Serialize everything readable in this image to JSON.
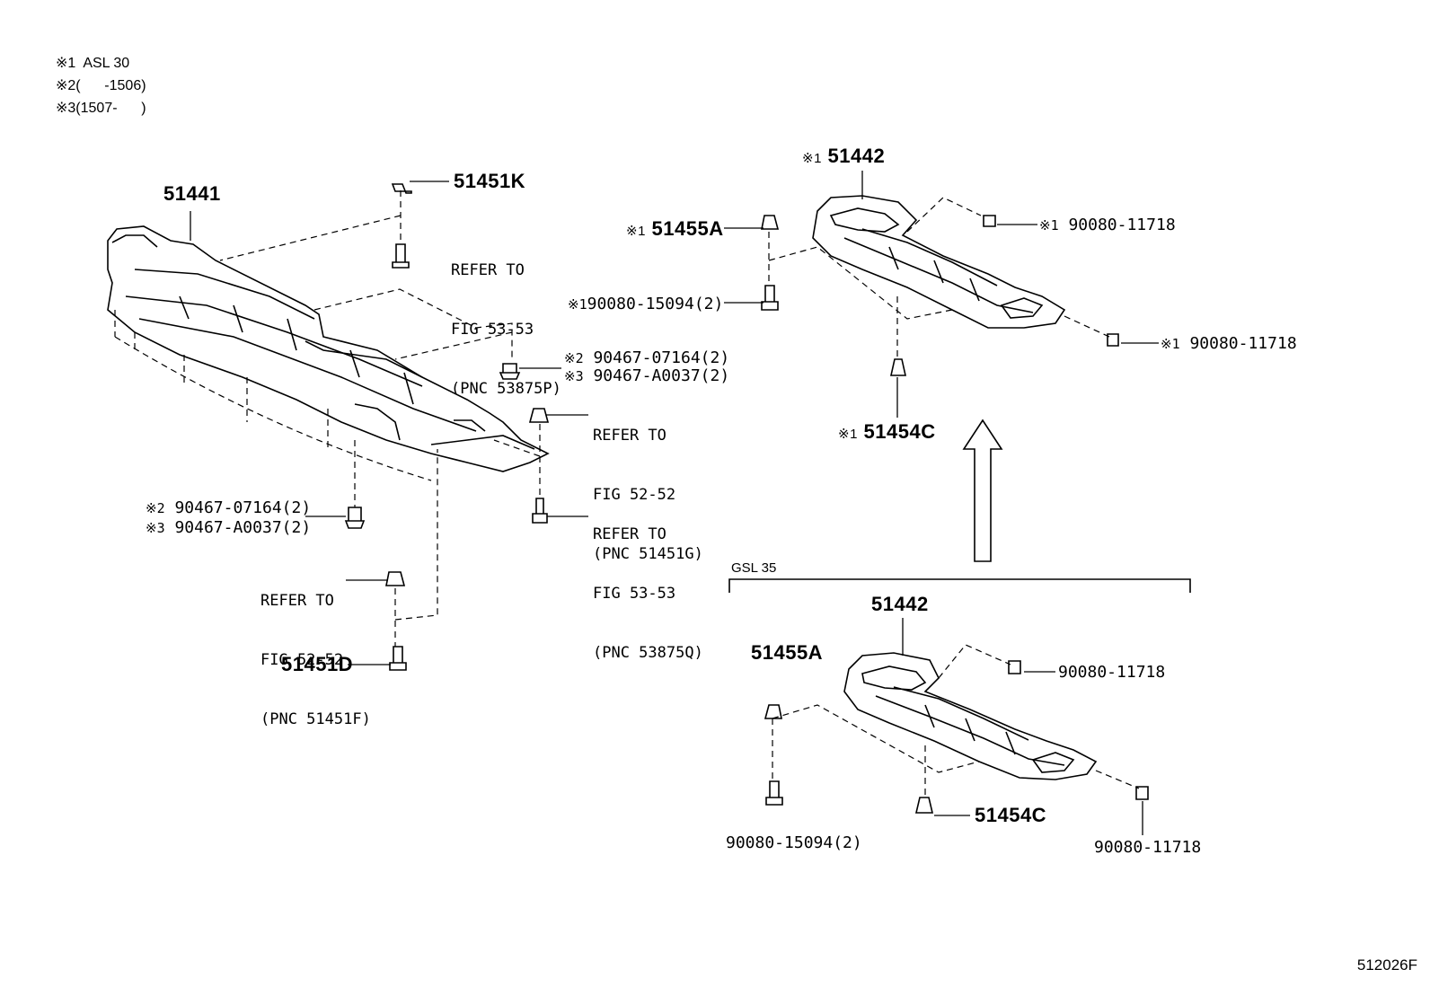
{
  "notes": [
    "※1  ASL 30",
    "※2(      -1506)",
    "※3(1507-      )"
  ],
  "parts": {
    "p51441": "51441",
    "p51451K": "51451K",
    "p51451D": "51451D",
    "p51442_a": "51442",
    "p51442_b": "51442",
    "p51455A_a": "51455A",
    "p51455A_b": "51455A",
    "p51454C_a": "51454C",
    "p51454C_b": "51454C",
    "b11718_a": "90080-11718",
    "b11718_b": "90080-11718",
    "b11718_c": "90080-11718",
    "b11718_d": "90080-11718",
    "b15094_a": "90080-15094(2)",
    "b15094_b": "90080-15094(2)",
    "c07164_a": "90467-07164(2)",
    "cA0037_a": "90467-A0037(2)",
    "c07164_b": "90467-07164(2)",
    "cA0037_b": "90467-A0037(2)"
  },
  "marks": {
    "m1": "※1",
    "m2": "※2",
    "m3": "※3"
  },
  "refs": {
    "r1": [
      "REFER TO",
      "FIG 53-53",
      "(PNC 53875P)"
    ],
    "r2": [
      "REFER TO",
      "FIG 52-52",
      "(PNC 51451G)"
    ],
    "r3": [
      "REFER TO",
      "FIG 53-53",
      "(PNC 53875Q)"
    ],
    "r4": [
      "REFER TO",
      "FIG 52-52",
      "(PNC 51451F)"
    ]
  },
  "group_label": "GSL 35",
  "diagram_code": "512026F"
}
